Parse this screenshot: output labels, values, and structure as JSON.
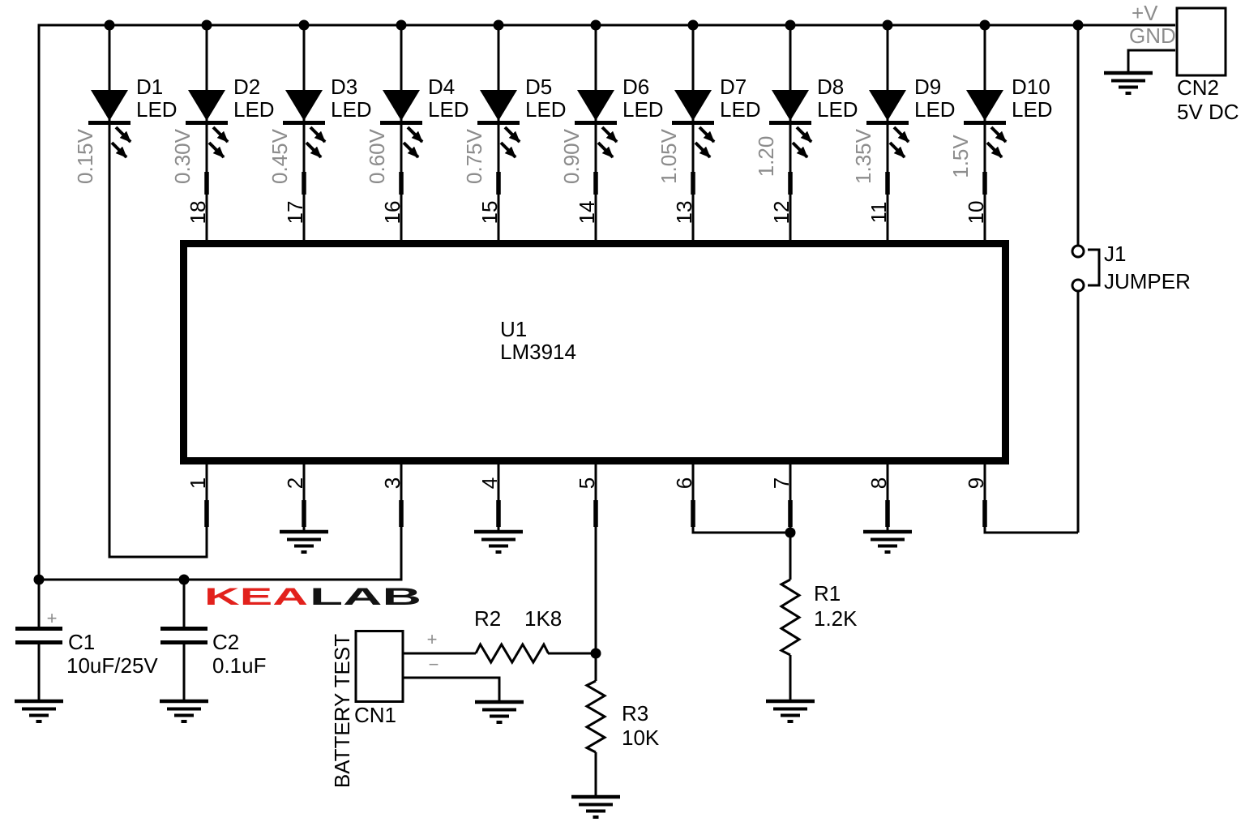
{
  "leds": [
    {
      "ref": "D1",
      "type": "LED",
      "threshold": "0.15V"
    },
    {
      "ref": "D2",
      "type": "LED",
      "threshold": "0.30V"
    },
    {
      "ref": "D3",
      "type": "LED",
      "threshold": "0.45V"
    },
    {
      "ref": "D4",
      "type": "LED",
      "threshold": "0.60V"
    },
    {
      "ref": "D5",
      "type": "LED",
      "threshold": "0.75V"
    },
    {
      "ref": "D6",
      "type": "LED",
      "threshold": "0.90V"
    },
    {
      "ref": "D7",
      "type": "LED",
      "threshold": "1.05V"
    },
    {
      "ref": "D8",
      "type": "LED",
      "threshold": "1.20"
    },
    {
      "ref": "D9",
      "type": "LED",
      "threshold": "1.35V"
    },
    {
      "ref": "D10",
      "type": "LED",
      "threshold": "1.5V"
    }
  ],
  "ic": {
    "ref": "U1",
    "part": "LM3914",
    "top_pins": [
      "18",
      "17",
      "16",
      "15",
      "14",
      "13",
      "12",
      "11",
      "10"
    ],
    "bottom_pins": [
      "1",
      "2",
      "3",
      "4",
      "5",
      "6",
      "7",
      "8",
      "9"
    ]
  },
  "capacitors": {
    "c1": {
      "ref": "C1",
      "value": "10uF/25V",
      "polarity": "+"
    },
    "c2": {
      "ref": "C2",
      "value": "0.1uF"
    }
  },
  "resistors": {
    "r1": {
      "ref": "R1",
      "value": "1.2K"
    },
    "r2": {
      "ref": "R2",
      "value": "1K8"
    },
    "r3": {
      "ref": "R3",
      "value": "10K"
    }
  },
  "battery_connector": {
    "label": "BATTERY TEST",
    "ref": "CN1",
    "plus": "+",
    "minus": "−"
  },
  "power_connector": {
    "ref": "CN2",
    "value": "5V DC",
    "plus": "+V",
    "gnd": "GND"
  },
  "jumper": {
    "ref": "J1",
    "label": "JUMPER"
  },
  "logo": {
    "kea": "KEA",
    "lab": "LAB"
  },
  "colors": {
    "wire": "#000000",
    "muted_text": "#8c8c8c",
    "logo_red": "#e2211c",
    "logo_black": "#121212"
  }
}
